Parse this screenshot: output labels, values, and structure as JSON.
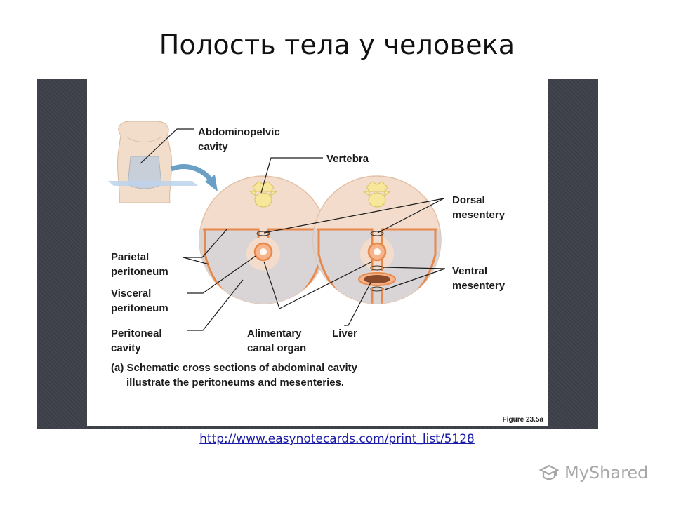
{
  "slide": {
    "title": "Полость тела у человека",
    "source_url": "http://www.easynotecards.com/print_list/5128",
    "watermark": "MyShared"
  },
  "figure": {
    "labels": {
      "abdominopelvic_1": "Abdominopelvic",
      "abdominopelvic_2": "cavity",
      "vertebra": "Vertebra",
      "dorsal_1": "Dorsal",
      "dorsal_2": "mesentery",
      "parietal_1": "Parietal",
      "parietal_2": "peritoneum",
      "visceral_1": "Visceral",
      "visceral_2": "peritoneum",
      "ventral_1": "Ventral",
      "ventral_2": "mesentery",
      "peritoneal_1": "Peritoneal",
      "peritoneal_2": "cavity",
      "alimentary_1": "Alimentary",
      "alimentary_2": "canal organ",
      "liver": "Liver"
    },
    "caption_1": "(a) Schematic cross sections of abdominal cavity",
    "caption_2": "illustrate the peritoneums and mesenteries.",
    "figure_number": "Figure 23.5a",
    "colors": {
      "disc_fill": "#f3dccb",
      "disc_edge": "#e3c0a6",
      "peritoneum": "#e7894a",
      "cavity": "#d9d4d6",
      "vertebra": "#f6e79a",
      "liver": "#8a4a2a",
      "arrow": "#6aa0c6"
    }
  }
}
